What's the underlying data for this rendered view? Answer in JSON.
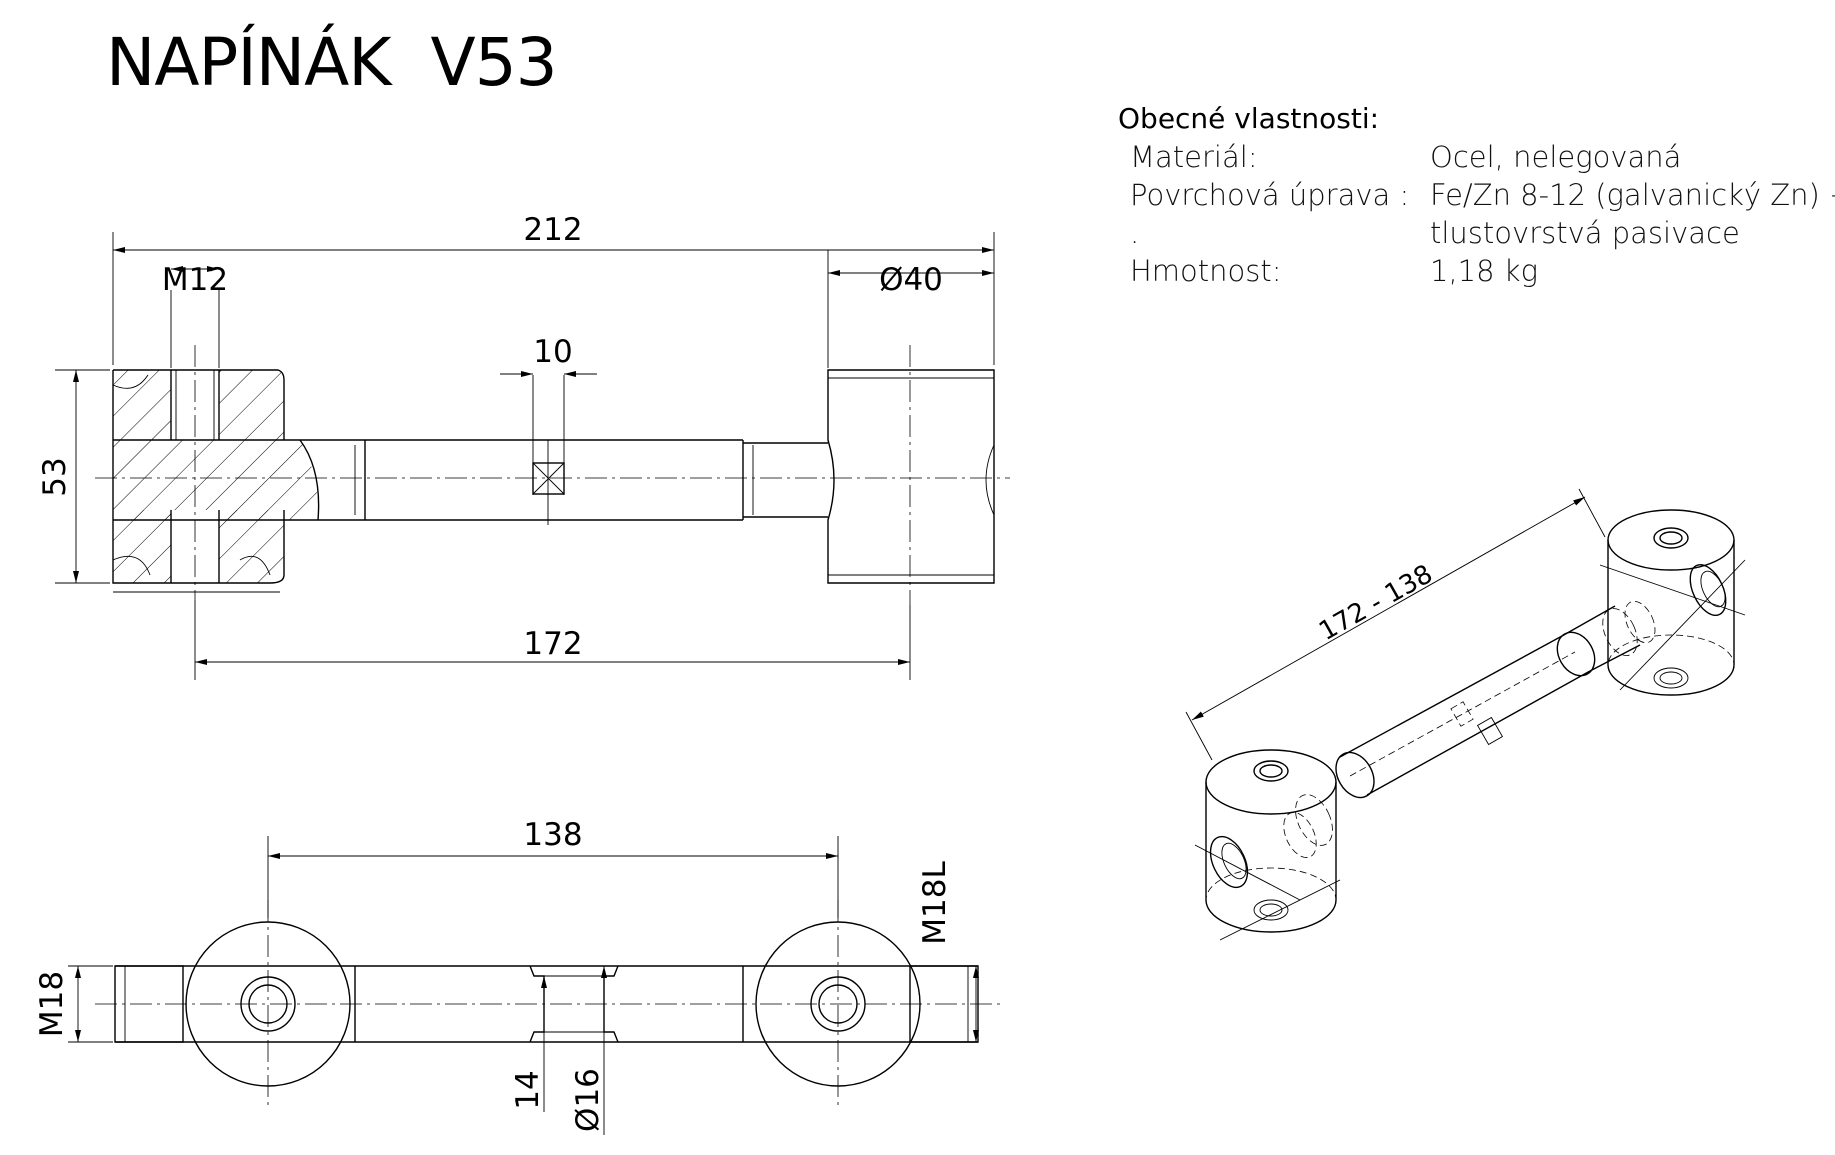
{
  "title": "NAPÍNÁK  V53",
  "properties": {
    "heading": "Obecné vlastnosti:",
    "rows": [
      {
        "key": "Materiál:",
        "value": "Ocel, nelegovaná"
      },
      {
        "key": "Povrchová úprava :",
        "value": "Fe/Zn 8-12 (galvanický Zn) +"
      },
      {
        "key": ".",
        "value": "tlustovrstvá pasivace"
      },
      {
        "key": "Hmotnost:",
        "value": "1,18 kg"
      }
    ]
  },
  "dimensions": {
    "overall_length": "212",
    "thread_size": "M12",
    "head_diameter": "Ø40",
    "slot_width": "10",
    "head_height": "53",
    "center_distance": "172",
    "center_distance_bottom": "138",
    "end_thread_l": "M18L",
    "end_thread": "M18",
    "neck_size": "14",
    "shaft_diameter": "Ø16",
    "iso_length": "172 - 138"
  }
}
